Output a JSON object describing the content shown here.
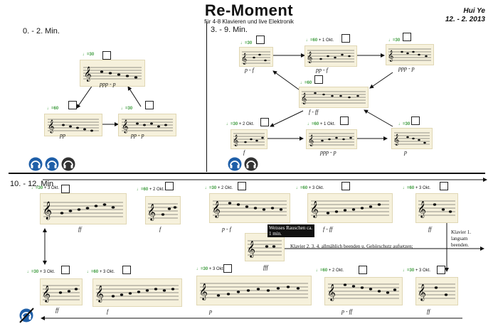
{
  "header": {
    "title": "Re-Moment",
    "subtitle": "für 4-8 Klavieren und live Elektronik",
    "author": "Hui Ye",
    "date": "12. - 2. 2013"
  },
  "sections": {
    "s1": "0. - 2. Min.",
    "s2": "3. - 9. Min.",
    "s3": "10. - 12. Min"
  },
  "s1": [
    {
      "tempo": "♩=30",
      "oct": "",
      "dyn": "ppp - p"
    },
    {
      "tempo": "♩=60",
      "oct": "",
      "dyn": "pp"
    },
    {
      "tempo": "♩=30",
      "oct": "",
      "dyn": "pp - p"
    }
  ],
  "s2": [
    {
      "tempo": "♩=30",
      "oct": "",
      "dyn": "p - f"
    },
    {
      "tempo": "♩=60",
      "oct": "+ 1 Okt.",
      "dyn": "pp - f"
    },
    {
      "tempo": "♩=30",
      "oct": "",
      "dyn": "ppp - p"
    },
    {
      "tempo": "♩=60",
      "oct": "",
      "dyn": "f - ff"
    },
    {
      "tempo": "♩=30",
      "oct": "+ 2 Okt.",
      "dyn": "f"
    },
    {
      "tempo": "♩=60",
      "oct": "+ 1 Okt.",
      "dyn": "ppp - p"
    },
    {
      "tempo": "♩=30",
      "oct": "",
      "dyn": "p"
    }
  ],
  "s3_top": [
    {
      "tempo": "♩=30",
      "oct": "+ 3 Okt.",
      "dyn": "ff"
    },
    {
      "tempo": "♩=60",
      "oct": "+ 2 Okt.",
      "dyn": "f"
    },
    {
      "tempo": "♩=30",
      "oct": "+ 2 Okt.",
      "dyn": "p - f"
    },
    {
      "tempo": "♩=60",
      "oct": "+ 3 Okt.",
      "dyn": "f - ff"
    },
    {
      "tempo": "♩=60",
      "oct": "+ 3 Okt.",
      "dyn": "ff"
    }
  ],
  "s3_mid": {
    "dyn": "fff",
    "box": "Weisses Rauschen ca. 1 min.",
    "note": "Klavier 2. 3. 4. allmählich beenden u. Gehörschutz aufsetzen;",
    "side": "Klavier 1. langsam beenden."
  },
  "s3_bottom": [
    {
      "tempo": "♩=30",
      "oct": "+ 3 Okt.",
      "dyn": "ff"
    },
    {
      "tempo": "♩=60",
      "oct": "+ 3 Okt.",
      "dyn": "f"
    },
    {
      "tempo": "♩=30",
      "oct": "+ 3 Okt.",
      "dyn": "p"
    },
    {
      "tempo": "♩=60",
      "oct": "+ 2 Okt.",
      "dyn": "p - ff"
    },
    {
      "tempo": "♩=30",
      "oct": "+ 3 Okt.",
      "dyn": "ff"
    }
  ],
  "icons": {
    "headphone_on": "headphones-icon",
    "headphone_off": "headphones-off-icon",
    "tempo_color": "#3a9a3a",
    "headphone_blue": "#1f5fa8"
  }
}
